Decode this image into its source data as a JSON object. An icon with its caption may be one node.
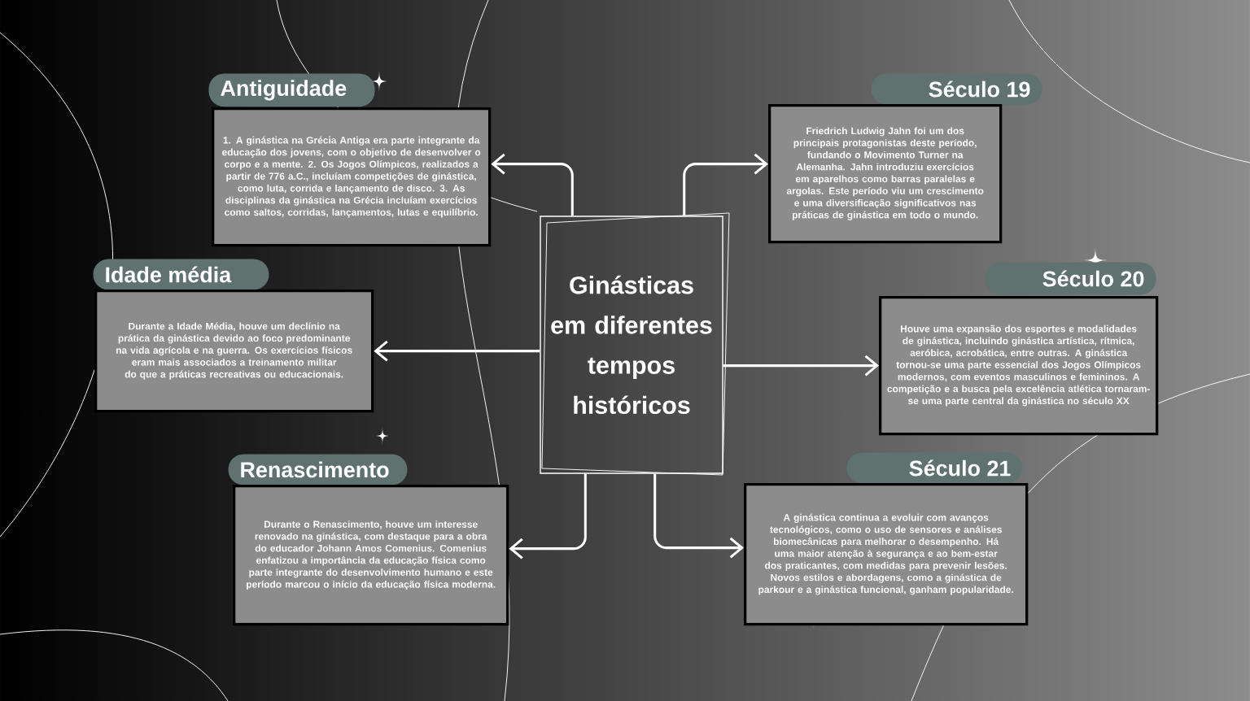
{
  "diagram": {
    "nodes": [
      {
        "text": [
          "Ginásticas em diferentes tempos históricos"
        ]
      },
      {
        "text": [
          "Antiguidade",
          "1. A ginástica na Grécia Antiga era parte integrante da educação dos jovens, com o objetivo de desenvolver o corpo e a mente. 2. Os Jogos Olímpicos, realizados a partir de 776 a.C., incluíam competições de ginástica, como luta, corrida e lançamento de disco. 3. As disciplinas da ginástica na Grécia incluíam exercícios como saltos, corridas, lançamentos, lutas e equilíbrio."
        ]
      },
      {
        "text": [
          "Século 19",
          "Friedrich Ludwig Jahn foi um dos principais protagonistas deste período, fundando o Movimento Turner na Alemanha. Jahn introduziu exercícios em aparelhos como barras paralelas e argolas. Este período viu um crescimento e uma diversificação significativos nas práticas de ginástica em todo o mundo."
        ]
      },
      {
        "text": [
          "Idade média",
          "Durante a Idade Média, houve um declínio na prática da ginástica devido ao foco predominante na vida agrícola e na guerra. Os exercícios físicos eram mais associados a treinamento militar do que a práticas recreativas ou educacionais."
        ]
      },
      {
        "text": [
          "Século 20",
          "Houve uma expansão dos esportes e modalidades de ginástica, incluindo ginástica artística, rítmica, aeróbica, acrobática, entre outras. A ginástica tornou-se uma parte essencial dos Jogos Olímpicos modernos, com eventos masculinos e femininos. A competição e a busca pela excelência atlética tornaram-se uma parte central da ginástica no século XX"
        ]
      },
      {
        "text": [
          "Renascimento",
          "Durante o Renascimento, houve um interesse renovado na ginástica, com destaque para a obra do educador Johann Amos Comenius. Comenius enfatizou a importância da educação física como parte integrante do desenvolvimento humano e este período marcou o início da educação física moderna."
        ]
      },
      {
        "text": [
          "Século 21",
          "A ginástica continua a evoluir com avanços tecnológicos, como o uso de sensores e análises biomecânicas para melhorar o desempenho. Há uma maior atenção à segurança e ao bem-estar dos praticantes, com medidas para prevenir lesões. Novos estilos e abordagens, como a ginástica de parkour e a ginástica funcional, ganham popularidade."
        ]
      }
    ],
    "edges": [
      {
        "from": 0,
        "to": 1,
        "arrow": "to"
      },
      {
        "from": 0,
        "to": 2,
        "arrow": "to"
      },
      {
        "from": 0,
        "to": 3,
        "arrow": "to"
      },
      {
        "from": 0,
        "to": 4,
        "arrow": "to"
      },
      {
        "from": 0,
        "to": 5,
        "arrow": "to"
      },
      {
        "from": 0,
        "to": 6,
        "arrow": "to"
      }
    ]
  }
}
